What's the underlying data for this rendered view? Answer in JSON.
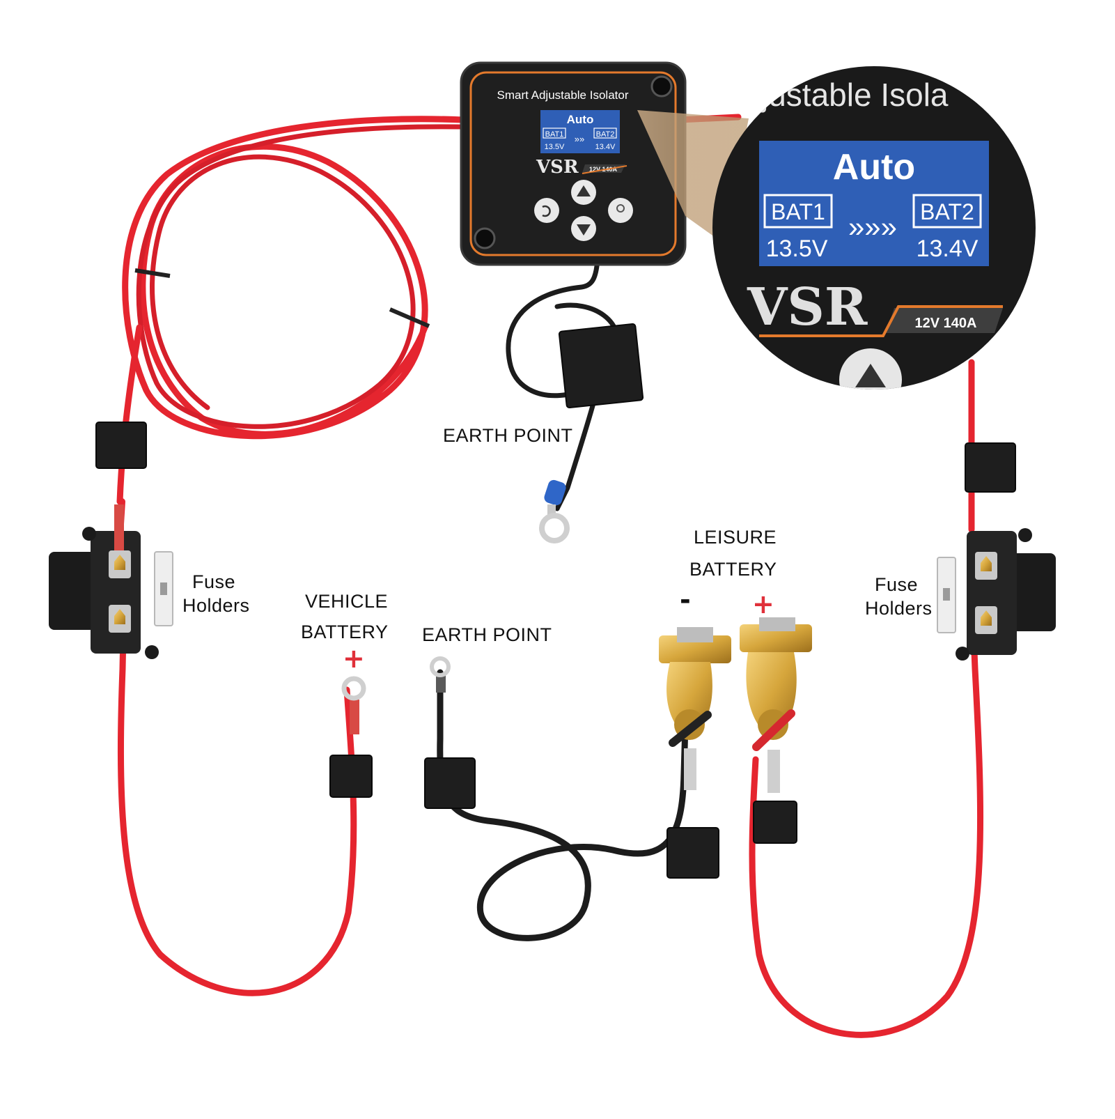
{
  "device": {
    "title": "Smart Adjustable Isolator",
    "mode": "Auto",
    "bat1_label": "BAT1",
    "bat1_voltage": "13.5V",
    "bat2_label": "BAT2",
    "bat2_voltage": "13.4V",
    "arrows": "»»",
    "zoom_arrows": "»»»",
    "brand": "VSR",
    "rating": "12V 140A",
    "zoom_title": "justable Isola"
  },
  "labels": {
    "earth_point_top": "EARTH POINT",
    "earth_point_bottom": "EARTH POINT",
    "fuse_holders_left_1": "Fuse",
    "fuse_holders_left_2": "Holders",
    "fuse_holders_right_1": "Fuse",
    "fuse_holders_right_2": "Holders",
    "vehicle_battery_1": "VEHICLE",
    "vehicle_battery_2": "BATTERY",
    "leisure_battery_1": "LEISURE",
    "leisure_battery_2": "BATTERY",
    "plus_sign": "+",
    "minus_sign": "-"
  },
  "colors": {
    "red_cable": "#e5252f",
    "black_cable": "#1c1c1c",
    "screen_blue": "#2f5fb6",
    "accent_orange": "#e47a2c",
    "brass": "#d6a63c"
  }
}
